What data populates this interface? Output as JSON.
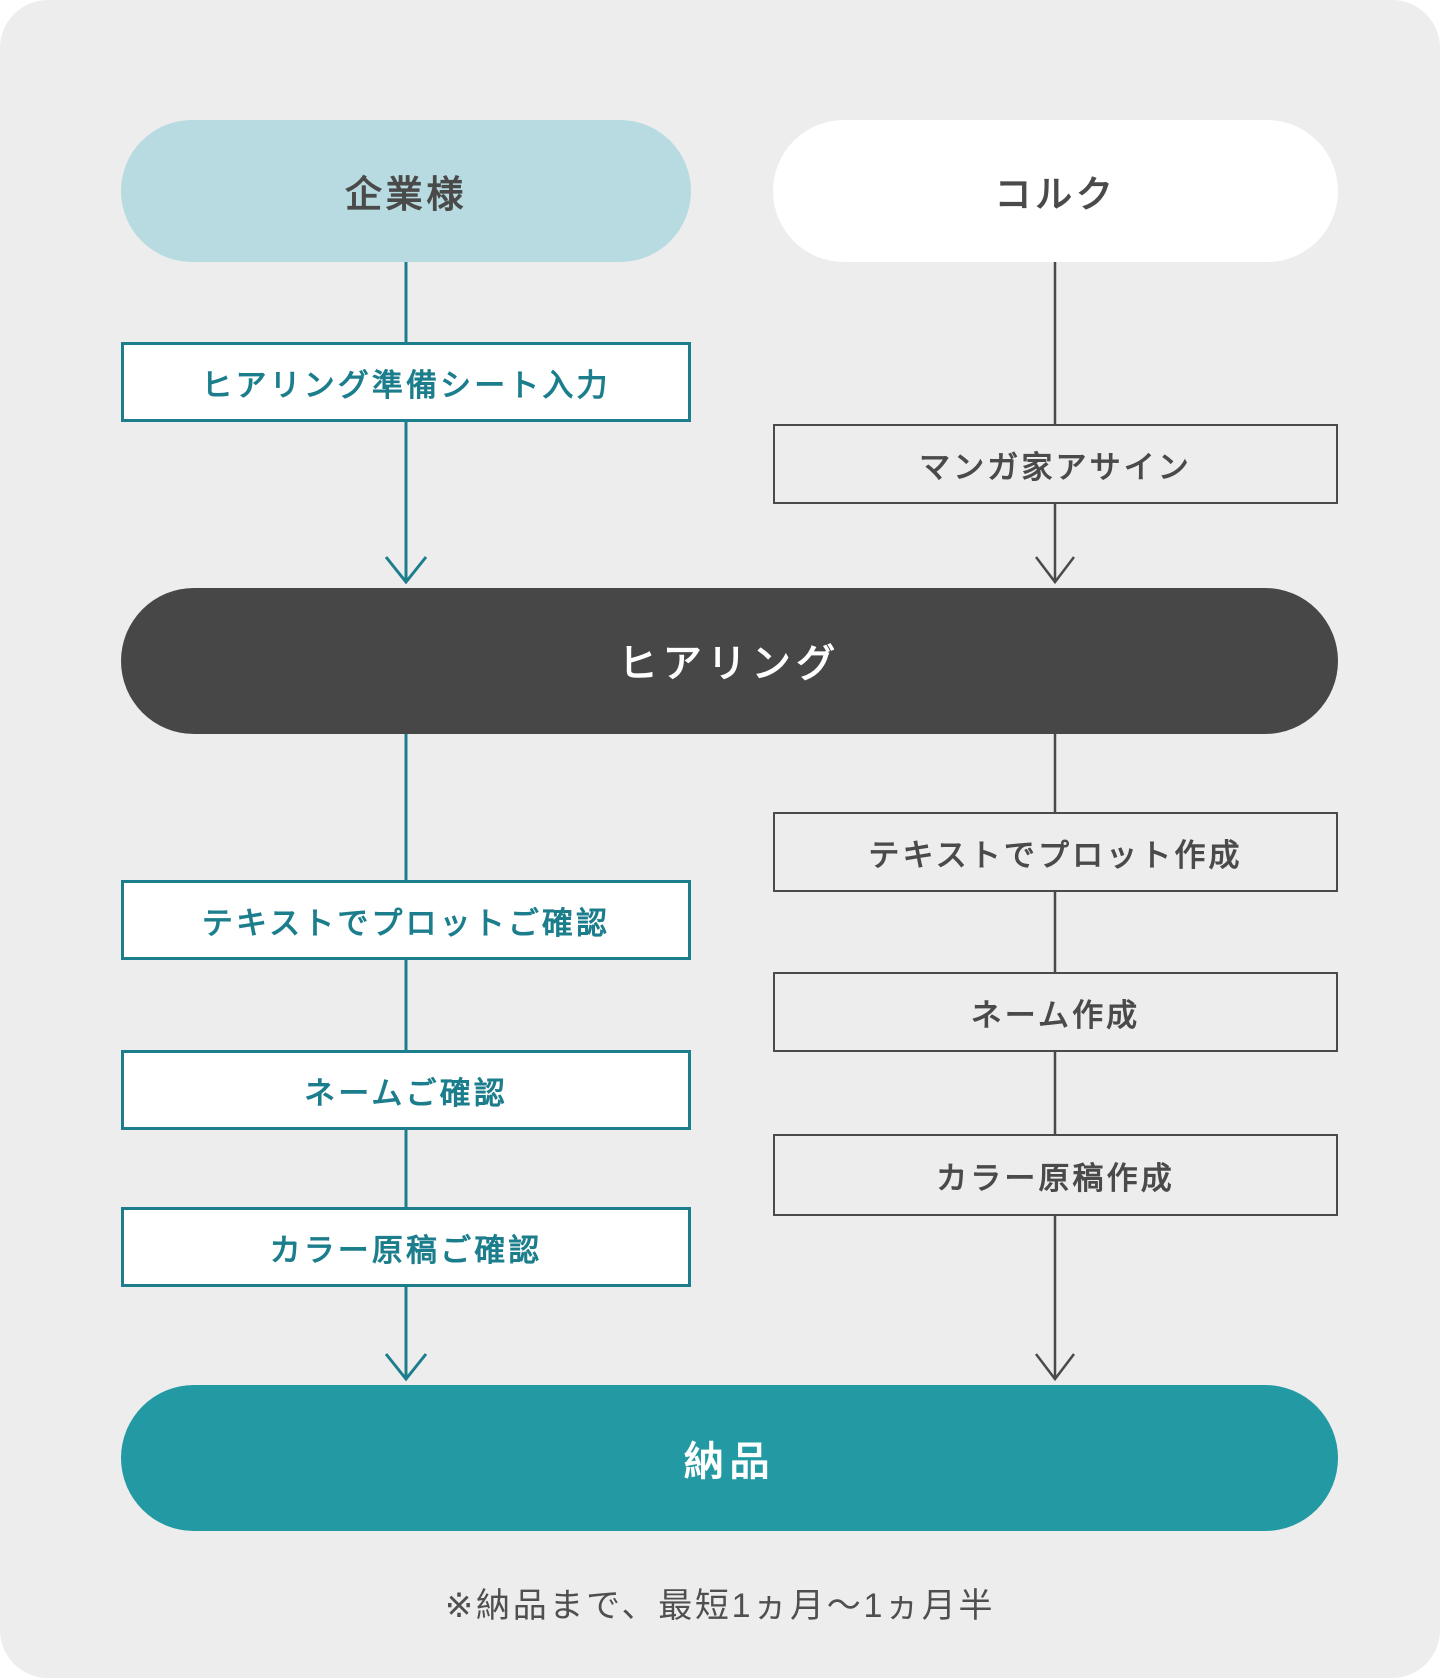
{
  "diagram": {
    "lanes": {
      "client": "企業様",
      "cork": "コルク"
    },
    "client_steps": [
      "ヒアリング準備シート入力",
      "テキストでプロットご確認",
      "ネームご確認",
      "カラー原稿ご確認"
    ],
    "cork_steps": [
      "マンガ家アサイン",
      "テキストでプロット作成",
      "ネーム作成",
      "カラー原稿作成"
    ],
    "milestones": {
      "hearing": "ヒアリング",
      "delivery": "納品"
    },
    "footnote": "※納品まで、最短1ヵ月〜1ヵ月半",
    "colors": {
      "panel_bg": "#ededed",
      "teal_accent": "#1c7e8c",
      "client_pill": "#b7dbe0",
      "dark_accent": "#4a4a4a",
      "hearing_pill": "#474747",
      "delivery_pill": "#2399a3"
    }
  }
}
